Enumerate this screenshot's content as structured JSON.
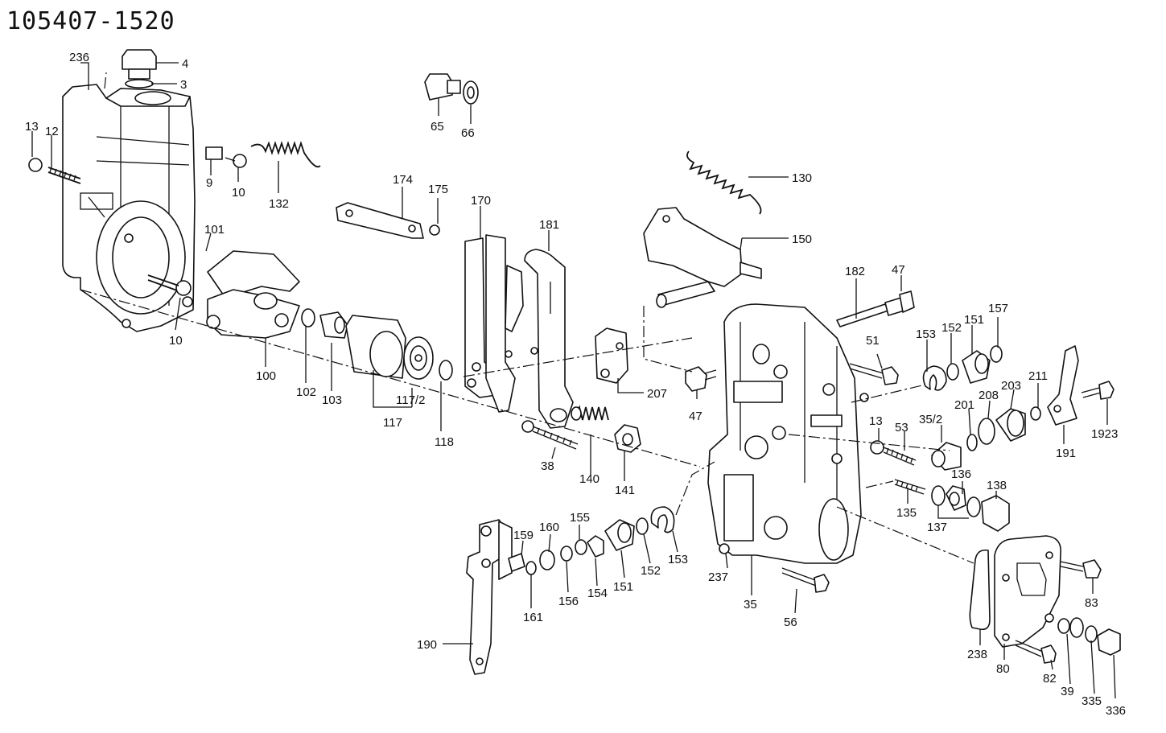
{
  "diagram": {
    "part_number": "105407-1520",
    "callouts": {
      "c4": "4",
      "c3": "3",
      "c236": "236",
      "c13a": "13",
      "c12": "12",
      "c9": "9",
      "c10a": "10",
      "c132": "132",
      "c65": "65",
      "c66": "66",
      "c174": "174",
      "c175": "175",
      "c170": "170",
      "c181": "181",
      "c130": "130",
      "c150": "150",
      "c182": "182",
      "c47a": "47",
      "c101": "101",
      "c10b": "10",
      "c100": "100",
      "c102": "102",
      "c103": "103",
      "c117_2": "117/2",
      "c117": "117",
      "c118": "118",
      "c207": "207",
      "c47b": "47",
      "c51": "51",
      "c153a": "153",
      "c152a": "152",
      "c151a": "151",
      "c157": "157",
      "c211": "211",
      "c203": "203",
      "c208": "208",
      "c201": "201",
      "c35_2": "35/2",
      "c53": "53",
      "c13b": "13",
      "c191": "191",
      "c1923": "1923",
      "c38": "38",
      "c140": "140",
      "c141": "141",
      "c136": "136",
      "c138": "138",
      "c135": "135",
      "c137": "137",
      "c159": "159",
      "c160": "160",
      "c155": "155",
      "c161": "161",
      "c156": "156",
      "c154": "154",
      "c151b": "151",
      "c152b": "152",
      "c153b": "153",
      "c237": "237",
      "c35": "35",
      "c56": "56",
      "c83": "83",
      "c238": "238",
      "c80": "80",
      "c82": "82",
      "c39": "39",
      "c335": "335",
      "c336": "336",
      "c190": "190"
    }
  }
}
